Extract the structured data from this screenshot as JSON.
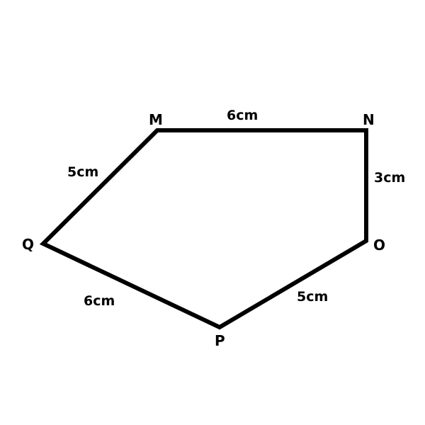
{
  "diagram": {
    "vertices": {
      "M": "M",
      "N": "N",
      "O": "O",
      "P": "P",
      "Q": "Q"
    },
    "edges": {
      "MN": "6cm",
      "NO": "3cm",
      "OP": "5cm",
      "PQ": "6cm",
      "QM": "5cm"
    },
    "stroke_color": "#000000"
  }
}
